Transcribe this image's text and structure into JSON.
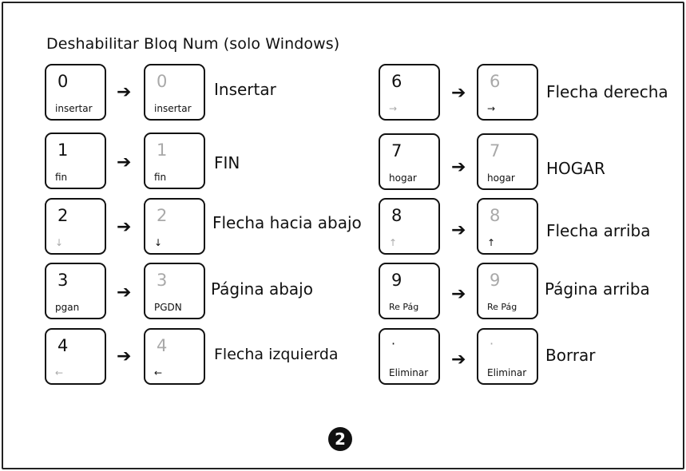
{
  "title": "Deshabilitar Bloq Num (solo Windows)",
  "arrow_glyph": "➔",
  "badge": "2",
  "left_rows": [
    {
      "num": "0",
      "sub_before": "insertar",
      "sub_after": "insertar",
      "label": "Insertar"
    },
    {
      "num": "1",
      "sub_before": "fin",
      "sub_after": "fin",
      "label": "FIN"
    },
    {
      "num": "2",
      "sub_before": "↓",
      "sub_after": "↓",
      "label": "Flecha hacia abajo"
    },
    {
      "num": "3",
      "sub_before": "pgan",
      "sub_after": "PGDN",
      "label": "Página abajo"
    },
    {
      "num": "4",
      "sub_before": "←",
      "sub_after": "←",
      "label": "Flecha izquierda"
    }
  ],
  "right_rows": [
    {
      "num": "6",
      "sub_before": "→",
      "sub_after": "→",
      "label": "Flecha derecha"
    },
    {
      "num": "7",
      "sub_before": "hogar",
      "sub_after": "hogar",
      "label": "HOGAR"
    },
    {
      "num": "8",
      "sub_before": "↑",
      "sub_after": "↑",
      "label": "Flecha arriba"
    },
    {
      "num": "9",
      "sub_before": "Re Pág",
      "sub_after": "Re Pág",
      "label": "Página arriba"
    },
    {
      "num": "·",
      "sub_before": "Eliminar",
      "sub_after": "Eliminar",
      "label": "Borrar"
    }
  ]
}
